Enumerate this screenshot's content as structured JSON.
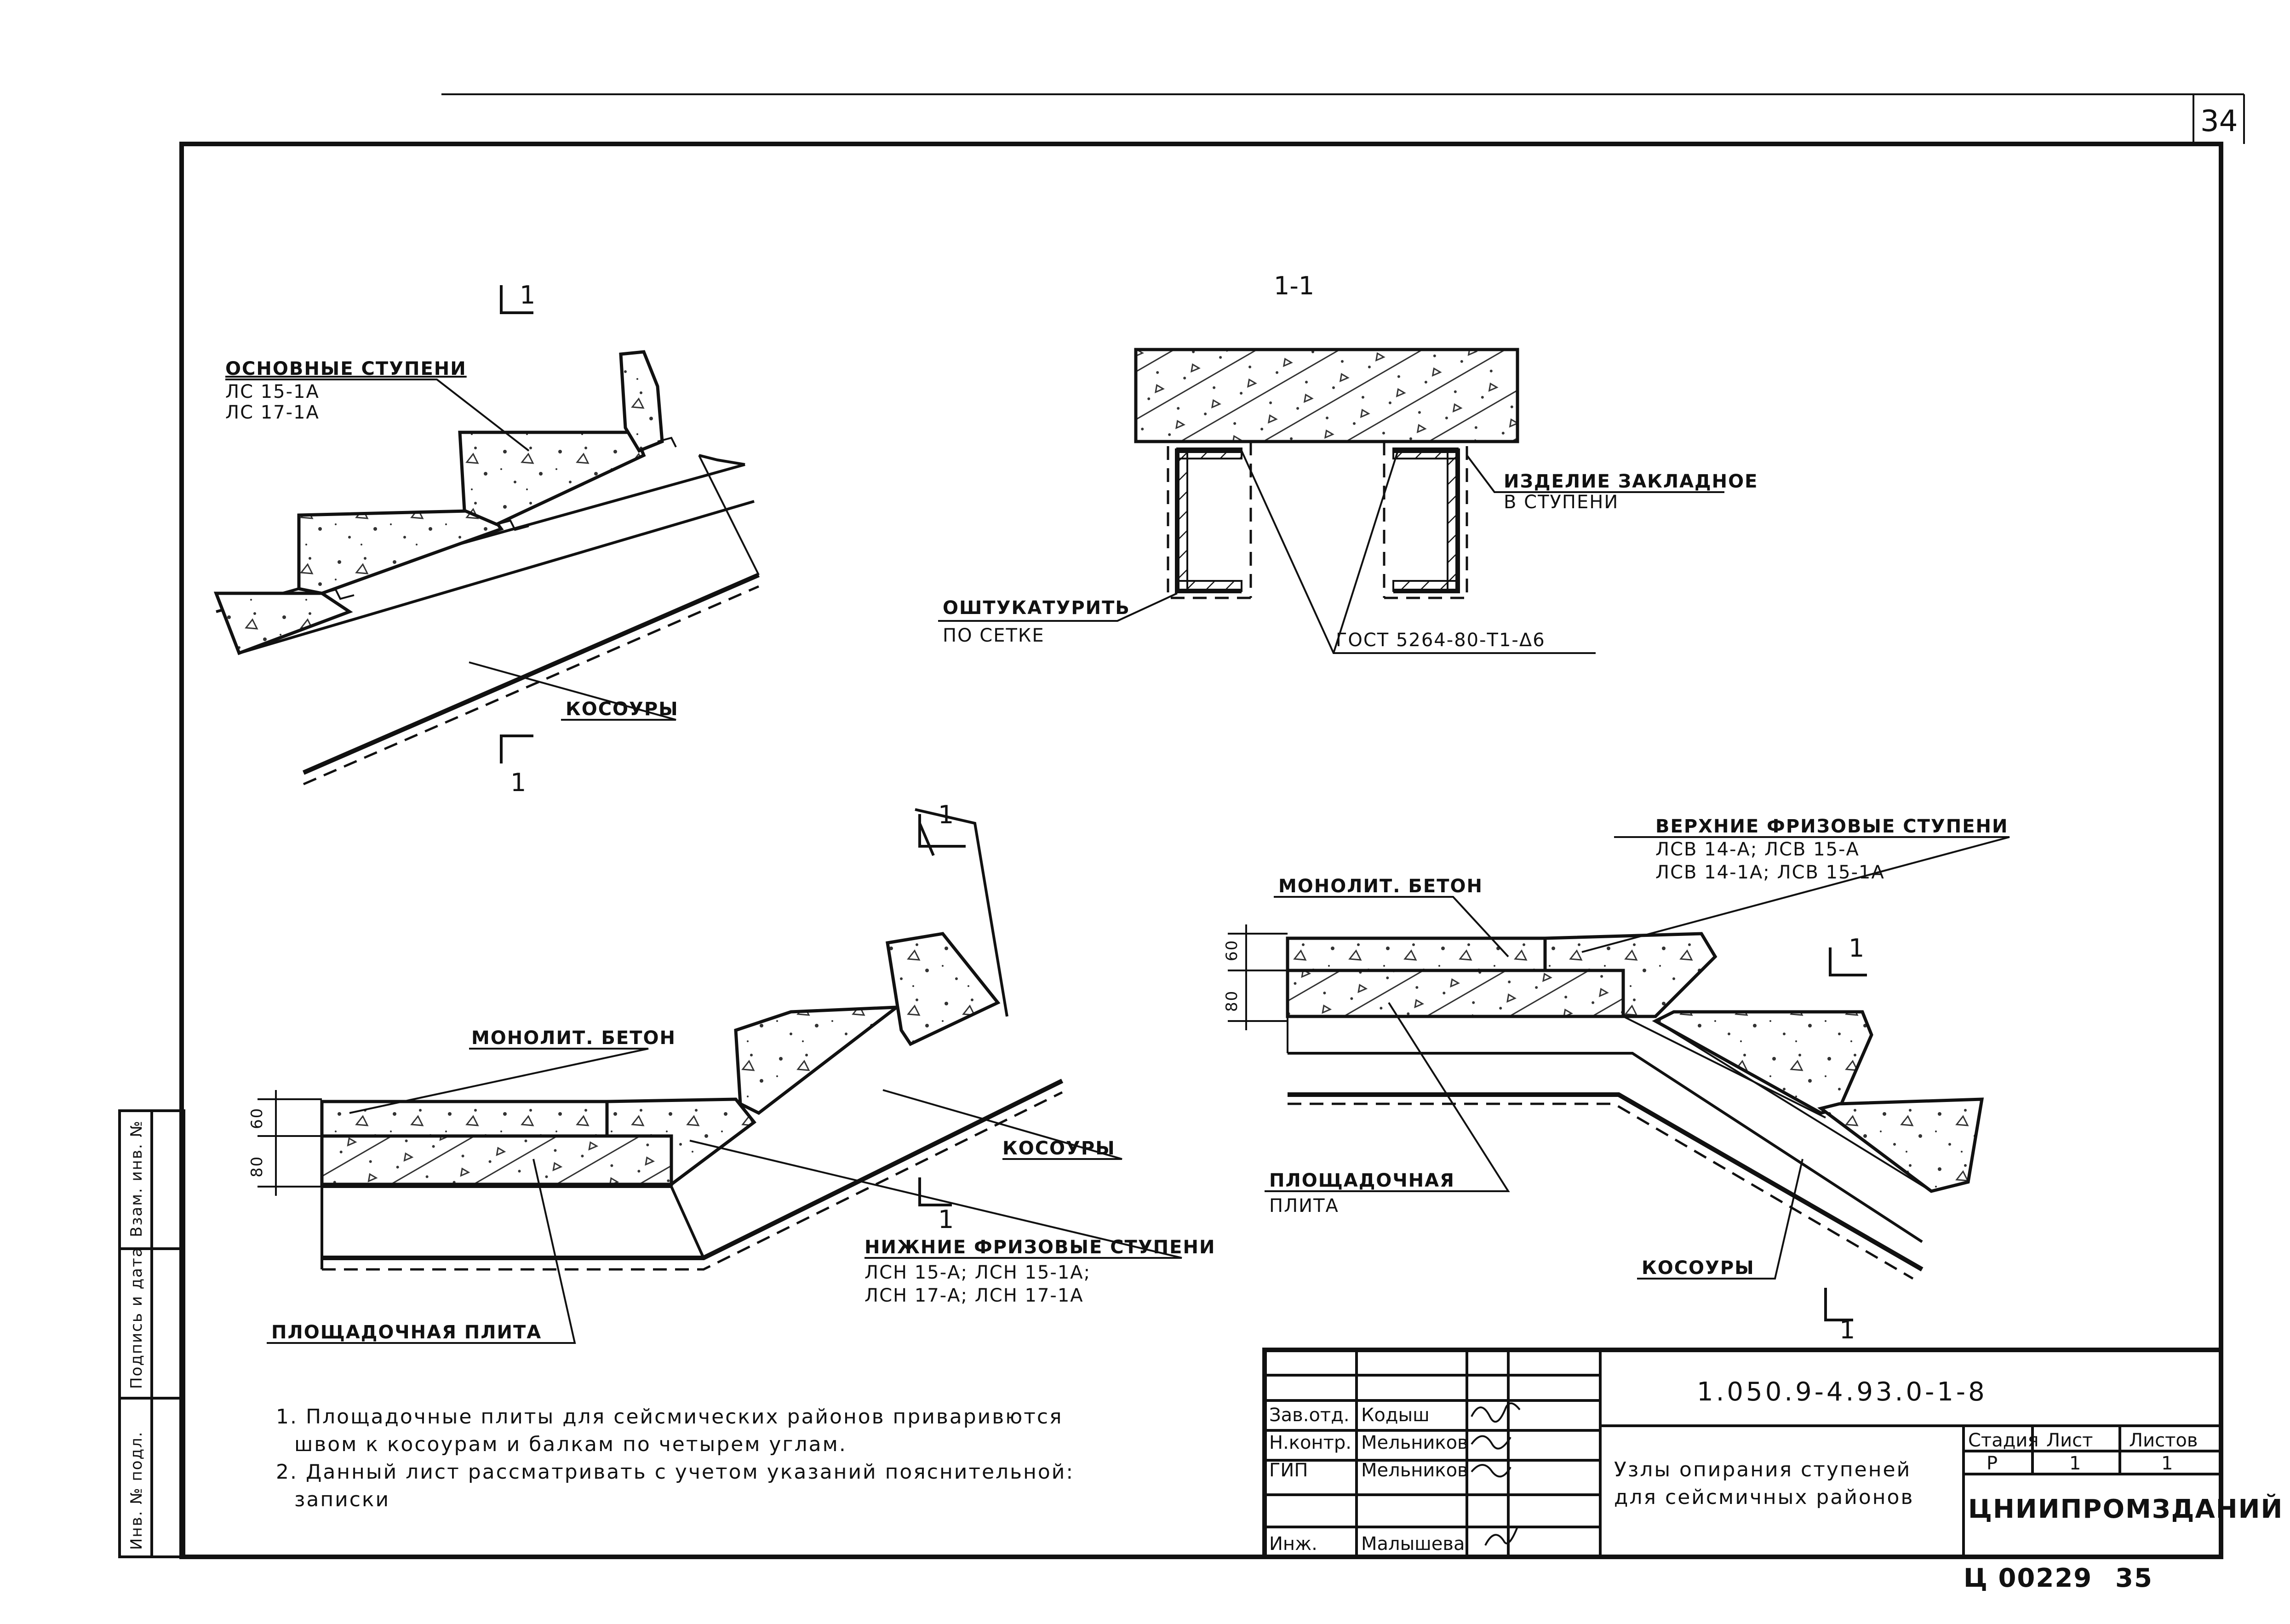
{
  "page_number": "34",
  "section_marks": {
    "section_title": "1-1",
    "mark": "1"
  },
  "labels": {
    "main_steps_title": "ОСНОВНЫЕ СТУПЕНИ",
    "main_steps_line1": "ЛС 15-1А",
    "main_steps_line2": "ЛС 17-1А",
    "stringers": "КОСОУРЫ",
    "embedded_line1": "ИЗДЕЛИЕ ЗАКЛАДНОЕ",
    "embedded_line2": "В СТУПЕНИ",
    "plaster_line1": "ОШТУКАТУРИТЬ",
    "plaster_line2": "ПО СЕТКЕ",
    "gost": "ГОСТ 5264-80-Т1-Δ6",
    "monolith": "МОНОЛИТ. БЕТОН",
    "platform_slab": "ПЛОЩАДОЧНАЯ ПЛИТА",
    "platform_line1": "ПЛОЩАДОЧНАЯ",
    "platform_line2": "ПЛИТА",
    "lower_title": "НИЖНИЕ ФРИЗОВЫЕ СТУПЕНИ",
    "lower_line1": "ЛСН 15-А; ЛСН 15-1А;",
    "lower_line2": "ЛСН 17-А; ЛСН 17-1А",
    "upper_title": "ВЕРХНИЕ ФРИЗОВЫЕ СТУПЕНИ",
    "upper_line1": "ЛСВ 14-А; ЛСВ 15-А",
    "upper_line2": "ЛСВ 14-1А; ЛСВ 15-1А",
    "dim_60": "60",
    "dim_80": "80"
  },
  "notes": [
    "1. Площадочные плиты для сейсмических районов приваривются",
    "швом к косоурам и балкам по четырем углам.",
    "2. Данный лист рассматривать с учетом указаний пояснительной:",
    "записки"
  ],
  "side_stamp": {
    "cell1": "Инв. № подл.",
    "cell2": "Подпись и дата",
    "cell3": "Взам. инв. №"
  },
  "title_block": {
    "doc_code": "1.050.9-4.93.0-1-8",
    "roles": [
      "Зав.отд.",
      "Н.контр.",
      "ГИП",
      "",
      "Инж."
    ],
    "names": [
      "Кодыш",
      "Мельников",
      "Мельников",
      "",
      "Малышева"
    ],
    "title_line1": "Узлы опирания ступеней",
    "title_line2": "для сейсмичных районов",
    "stage_label": "Стадия",
    "sheet_label": "Лист",
    "sheets_label": "Листов",
    "stage": "Р",
    "sheet": "1",
    "sheets": "1",
    "organization": "ЦНИИПРОМЗДАНИЙ",
    "archive_no": "Ц 00229",
    "page_below": "35"
  }
}
